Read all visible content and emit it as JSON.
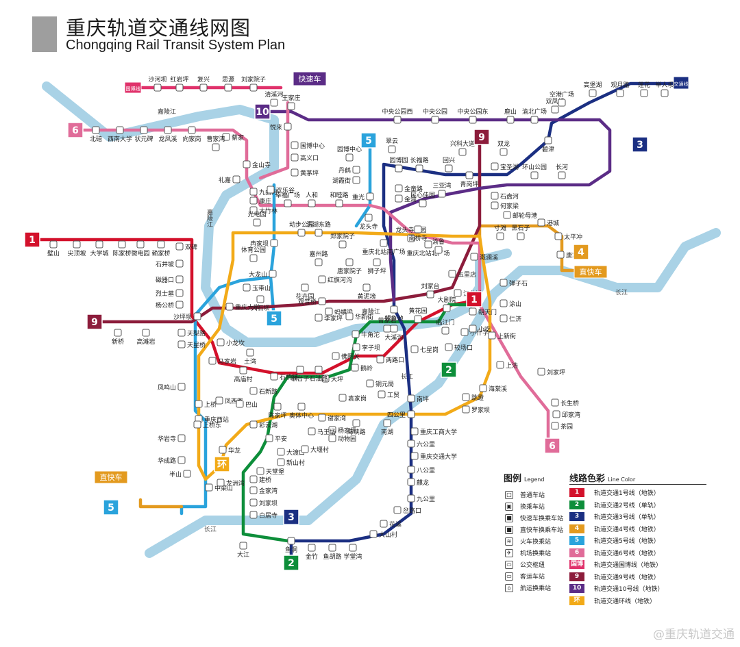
{
  "header": {
    "title_cn": "重庆轨道交通线网图",
    "title_en": "Chongqing Rail Transit System Plan"
  },
  "rivers": {
    "jialing": "嘉陵江",
    "jialing_v": "嘉陵江",
    "changjiang": "长江"
  },
  "lines": [
    {
      "id": "1",
      "name": "轨道交通1号线（地铁）",
      "color": "#d3112b"
    },
    {
      "id": "2",
      "name": "轨道交通2号线（单轨）",
      "color": "#0d8e3a"
    },
    {
      "id": "3",
      "name": "轨道交通3号线（单轨）",
      "color": "#1b2f82"
    },
    {
      "id": "4",
      "name": "轨道交通4号线（地铁）",
      "color": "#e39a1f"
    },
    {
      "id": "5",
      "name": "轨道交通5号线（地铁）",
      "color": "#2aa3dc"
    },
    {
      "id": "6",
      "name": "轨道交通6号线（地铁）",
      "color": "#e06c99"
    },
    {
      "id": "国博",
      "name": "轨道交通国博线（地铁）",
      "color": "#e0326b"
    },
    {
      "id": "9",
      "name": "轨道交通9号线（地铁）",
      "color": "#8c1c3b"
    },
    {
      "id": "10",
      "name": "轨道交通10号线（地铁）",
      "color": "#5b2c86"
    },
    {
      "id": "环",
      "name": "轨道交通环线（地铁）",
      "color": "#f2aa18"
    }
  ],
  "legend": {
    "title": "图例",
    "title_en": "Legend",
    "color_title": "线路色彩",
    "color_title_en": "Line Color",
    "items": [
      {
        "icon": "normal-station-icon",
        "label": "普通车站"
      },
      {
        "icon": "transfer-station-icon",
        "label": "换乘车站"
      },
      {
        "icon": "express-transfer-icon",
        "label": "快速车换乘车站"
      },
      {
        "icon": "express-direct-icon",
        "label": "直快车换乘车站"
      },
      {
        "icon": "train-icon",
        "label": "火车换乘站"
      },
      {
        "icon": "airport-icon",
        "label": "机场换乘站"
      },
      {
        "icon": "bus-hub-icon",
        "label": "公交枢纽"
      },
      {
        "icon": "coach-icon",
        "label": "客运车站"
      },
      {
        "icon": "ferry-icon",
        "label": "航运换乘站"
      }
    ]
  },
  "badges": {
    "express": "快速车",
    "direct1": "直快车",
    "direct2": "直快车",
    "guobo": "国博线",
    "l3end": "交通线",
    "huan": "环"
  },
  "stations": [
    {
      "name": "沙河坝"
    },
    {
      "name": "红岩坪"
    },
    {
      "name": "复兴"
    },
    {
      "name": "思源"
    },
    {
      "name": "刘家院子"
    },
    {
      "name": "清溪河"
    },
    {
      "name": "王家庄"
    },
    {
      "name": "北碚"
    },
    {
      "name": "西南大学"
    },
    {
      "name": "状元碑"
    },
    {
      "name": "龙凤溪"
    },
    {
      "name": "向家岗"
    },
    {
      "name": "蔡家"
    },
    {
      "name": "曹家湾"
    },
    {
      "name": "悦来"
    },
    {
      "name": "国博中心"
    },
    {
      "name": "高义口"
    },
    {
      "name": "黄茅坪"
    },
    {
      "name": "金山寺"
    },
    {
      "name": "礼嘉"
    },
    {
      "name": "九曲河"
    },
    {
      "name": "欢乐谷"
    },
    {
      "name": "康庄"
    },
    {
      "name": "大竹林"
    },
    {
      "name": "光电园"
    },
    {
      "name": "幸福广场"
    },
    {
      "name": "人和"
    },
    {
      "name": "和睦路"
    },
    {
      "name": "重光"
    },
    {
      "name": "中央公园西"
    },
    {
      "name": "中央公园"
    },
    {
      "name": "中央公园东"
    },
    {
      "name": "鹿山"
    },
    {
      "name": "渝北广场"
    },
    {
      "name": "双凤桥"
    },
    {
      "name": "空港广场"
    },
    {
      "name": "高堡湖"
    },
    {
      "name": "观月路"
    },
    {
      "name": "莲花"
    },
    {
      "name": "举人坝"
    },
    {
      "name": "碧津"
    },
    {
      "name": "园博中心"
    },
    {
      "name": "丹鹤"
    },
    {
      "name": "湖霞街"
    },
    {
      "name": "翠云"
    },
    {
      "name": "园博园"
    },
    {
      "name": "长福路"
    },
    {
      "name": "回兴"
    },
    {
      "name": "兴科大道"
    },
    {
      "name": "双龙"
    },
    {
      "name": "金童路"
    },
    {
      "name": "金渝"
    },
    {
      "name": "重庆北站南广场"
    },
    {
      "name": "龙头寺"
    },
    {
      "name": "民心佳园"
    },
    {
      "name": "三亚湾"
    },
    {
      "name": "青岗坪"
    },
    {
      "name": "宝圣湖"
    },
    {
      "name": "环山公园"
    },
    {
      "name": "长河"
    },
    {
      "name": "石盘河"
    },
    {
      "name": "何家梁"
    },
    {
      "name": "邮轮母港"
    },
    {
      "name": "港城"
    },
    {
      "name": "太平冲"
    },
    {
      "name": "寸滩"
    },
    {
      "name": "黑石子"
    },
    {
      "name": "唐家沱"
    },
    {
      "name": "壁山"
    },
    {
      "name": "尖顶坡"
    },
    {
      "name": "大学城"
    },
    {
      "name": "陈家桥"
    },
    {
      "name": "微电园"
    },
    {
      "name": "赖家桥"
    },
    {
      "name": "双碑"
    },
    {
      "name": "石井坡"
    },
    {
      "name": "磁器口"
    },
    {
      "name": "烈士墓"
    },
    {
      "name": "杨公桥"
    },
    {
      "name": "沙坪坝"
    },
    {
      "name": "动步公园"
    },
    {
      "name": "洪湖东路"
    },
    {
      "name": "冉家坝"
    },
    {
      "name": "郑家院子"
    },
    {
      "name": "体育公园"
    },
    {
      "name": "嘉州路"
    },
    {
      "name": "红旗河沟"
    },
    {
      "name": "唐家院子"
    },
    {
      "name": "狮子坪"
    },
    {
      "name": "龙头寺公园"
    },
    {
      "name": "重庆北站北广场"
    },
    {
      "name": "渝鲁"
    },
    {
      "name": "五里店"
    },
    {
      "name": "溉澜溪"
    },
    {
      "name": "南桥寺"
    },
    {
      "name": "大龙山"
    },
    {
      "name": "花卉园"
    },
    {
      "name": "黄泥塝"
    },
    {
      "name": "玉带山"
    },
    {
      "name": "大石坝"
    },
    {
      "name": "观音桥"
    },
    {
      "name": "鲤鱼池"
    },
    {
      "name": "刘家台"
    },
    {
      "name": "江北城"
    },
    {
      "name": "弹子石"
    },
    {
      "name": "涂山"
    },
    {
      "name": "重庆大学"
    },
    {
      "name": "李家坪"
    },
    {
      "name": "蚂蟥梁"
    },
    {
      "name": "华新街"
    },
    {
      "name": "大剧院"
    },
    {
      "name": "朝天门"
    },
    {
      "name": "小什字"
    },
    {
      "name": "仁济"
    },
    {
      "name": "上新街"
    },
    {
      "name": "新桥"
    },
    {
      "name": "高滩岩"
    },
    {
      "name": "天梨路"
    },
    {
      "name": "天星桥"
    },
    {
      "name": "小龙坎"
    },
    {
      "name": "马家岩"
    },
    {
      "name": "土湾"
    },
    {
      "name": "大坪"
    },
    {
      "name": "七星岗"
    },
    {
      "name": "较场口"
    },
    {
      "name": "临江门"
    },
    {
      "name": "黄花园"
    },
    {
      "name": "曾家岩"
    },
    {
      "name": "大溪沟"
    },
    {
      "name": "牛角沱"
    },
    {
      "name": "李子坝"
    },
    {
      "name": "佛图关"
    },
    {
      "name": "鹅岭"
    },
    {
      "name": "两路口"
    },
    {
      "name": "高庙村"
    },
    {
      "name": "石桥铺"
    },
    {
      "name": "歇台子"
    },
    {
      "name": "石油路"
    },
    {
      "name": "上浩"
    },
    {
      "name": "刘家坪"
    },
    {
      "name": "长生桥"
    },
    {
      "name": "邱家湾"
    },
    {
      "name": "茶园"
    },
    {
      "name": "海棠溪"
    },
    {
      "name": "罗家坝"
    },
    {
      "name": "铜元局"
    },
    {
      "name": "工贸"
    },
    {
      "name": "南坪"
    },
    {
      "name": "四公里"
    },
    {
      "name": "南湖"
    },
    {
      "name": "海峡路"
    },
    {
      "name": "杨家坪"
    },
    {
      "name": "谢家湾"
    },
    {
      "name": "袁家岗"
    },
    {
      "name": "奥体中心"
    },
    {
      "name": "陈家坪"
    },
    {
      "name": "石新路"
    },
    {
      "name": "凤鸣山"
    },
    {
      "name": "凤西路"
    },
    {
      "name": "巴山"
    },
    {
      "name": "彩云湖"
    },
    {
      "name": "上桥"
    },
    {
      "name": "重庆西站"
    },
    {
      "name": "华岩寺"
    },
    {
      "name": "华成路"
    },
    {
      "name": "华龙"
    },
    {
      "name": "半山"
    },
    {
      "name": "中梁山"
    },
    {
      "name": "平安"
    },
    {
      "name": "马王场"
    },
    {
      "name": "动物园"
    },
    {
      "name": "大渡口"
    },
    {
      "name": "大堰村"
    },
    {
      "name": "新山村"
    },
    {
      "name": "天堂堡"
    },
    {
      "name": "建桥"
    },
    {
      "name": "金家湾"
    },
    {
      "name": "刘家坝"
    },
    {
      "name": "白居寺"
    },
    {
      "name": "大江"
    },
    {
      "name": "鱼洞"
    },
    {
      "name": "金竹"
    },
    {
      "name": "鱼胡路"
    },
    {
      "name": "学堂湾"
    },
    {
      "name": "大山村"
    },
    {
      "name": "花溪"
    },
    {
      "name": "岔路口"
    },
    {
      "name": "九公里"
    },
    {
      "name": "麒龙"
    },
    {
      "name": "八公里"
    },
    {
      "name": "重庆交通大学"
    },
    {
      "name": "六公里"
    },
    {
      "name": "重庆工商大学"
    },
    {
      "name": "跳蹬"
    },
    {
      "name": "小吃"
    },
    {
      "name": "上桥东"
    },
    {
      "name": "龙洲湾"
    }
  ],
  "watermark": "@重庆轨道交通"
}
